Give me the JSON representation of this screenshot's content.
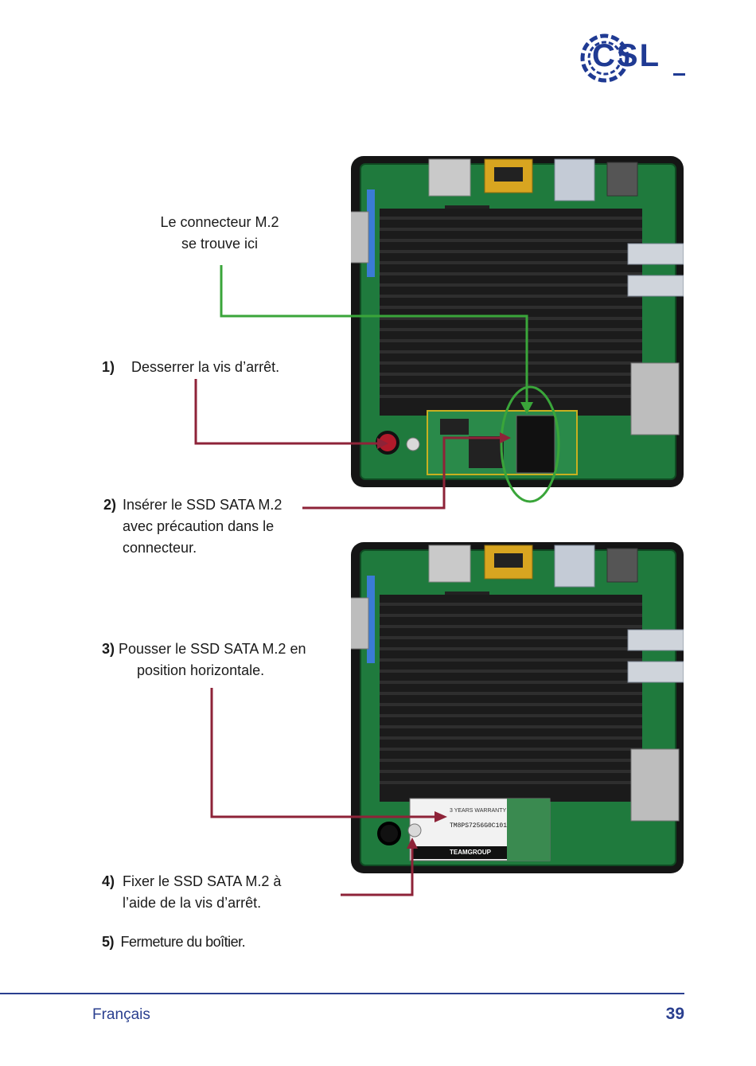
{
  "logo": {
    "text": "CSL",
    "color": "#1f3a93"
  },
  "callout_connector": {
    "line1": "Le connecteur M.2",
    "line2": "se trouve ici"
  },
  "steps": [
    {
      "num": "1)",
      "text": "Desserrer la vis d’arrêt."
    },
    {
      "num": "2)",
      "lines": [
        "Insérer le SSD SATA M.2",
        "avec précaution dans le",
        "connecteur."
      ]
    },
    {
      "num": "3)",
      "lines": [
        "Pousser le SSD SATA M.2 en",
        "position horizontale."
      ]
    },
    {
      "num": "4)",
      "lines": [
        "Fixer le SSD SATA M.2 à",
        "l’aide de la vis d’arrêt."
      ]
    },
    {
      "num": "5)",
      "text": "Fermeture du boîtier."
    }
  ],
  "ssd_label": {
    "brand": "TEAMGROUP",
    "model": "TM8PS7256G0C101",
    "warranty": "3 YEARS WARRANTY"
  },
  "footer": {
    "language": "Français",
    "page": "39"
  },
  "colors": {
    "green_line": "#3aa53a",
    "red_line": "#8e2338",
    "accent_blue": "#2a3f8f",
    "pcb": "#1f7a3d",
    "heatsink": "#1b1b1b"
  }
}
